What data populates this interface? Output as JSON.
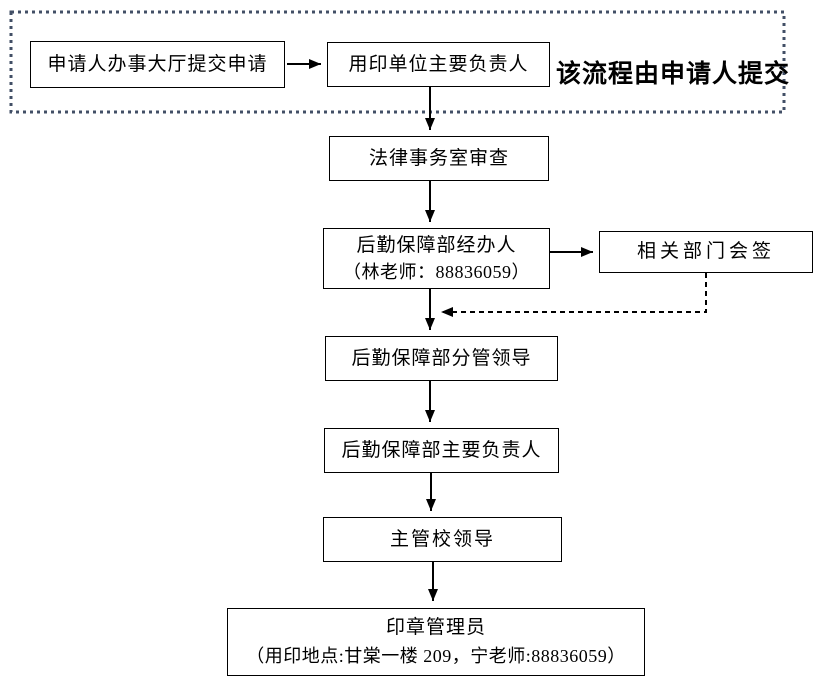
{
  "diagram": {
    "title_note": "该流程由申请人提交",
    "nodes": [
      {
        "id": "applicant-submit",
        "label": "申请人办事大厅提交申请"
      },
      {
        "id": "unit-head",
        "label": "用印单位主要负责人"
      },
      {
        "id": "legal-review",
        "label": "法律事务室审查"
      },
      {
        "id": "logistics-handler",
        "label": "后勤保障部经办人",
        "sublabel": "（林老师：88836059）"
      },
      {
        "id": "countersign",
        "label": "相关部门会签"
      },
      {
        "id": "logistics-deputy",
        "label": "后勤保障部分管领导"
      },
      {
        "id": "logistics-head",
        "label": "后勤保障部主要负责人"
      },
      {
        "id": "school-leader",
        "label": "主管校领导"
      },
      {
        "id": "seal-admin",
        "label": "印章管理员",
        "sublabel": "（用印地点:甘棠一楼 209，宁老师:88836059）"
      }
    ],
    "colors": {
      "dotted_border": "#424f66",
      "line": "#000000",
      "box_border": "#000000",
      "background": "#ffffff"
    }
  }
}
